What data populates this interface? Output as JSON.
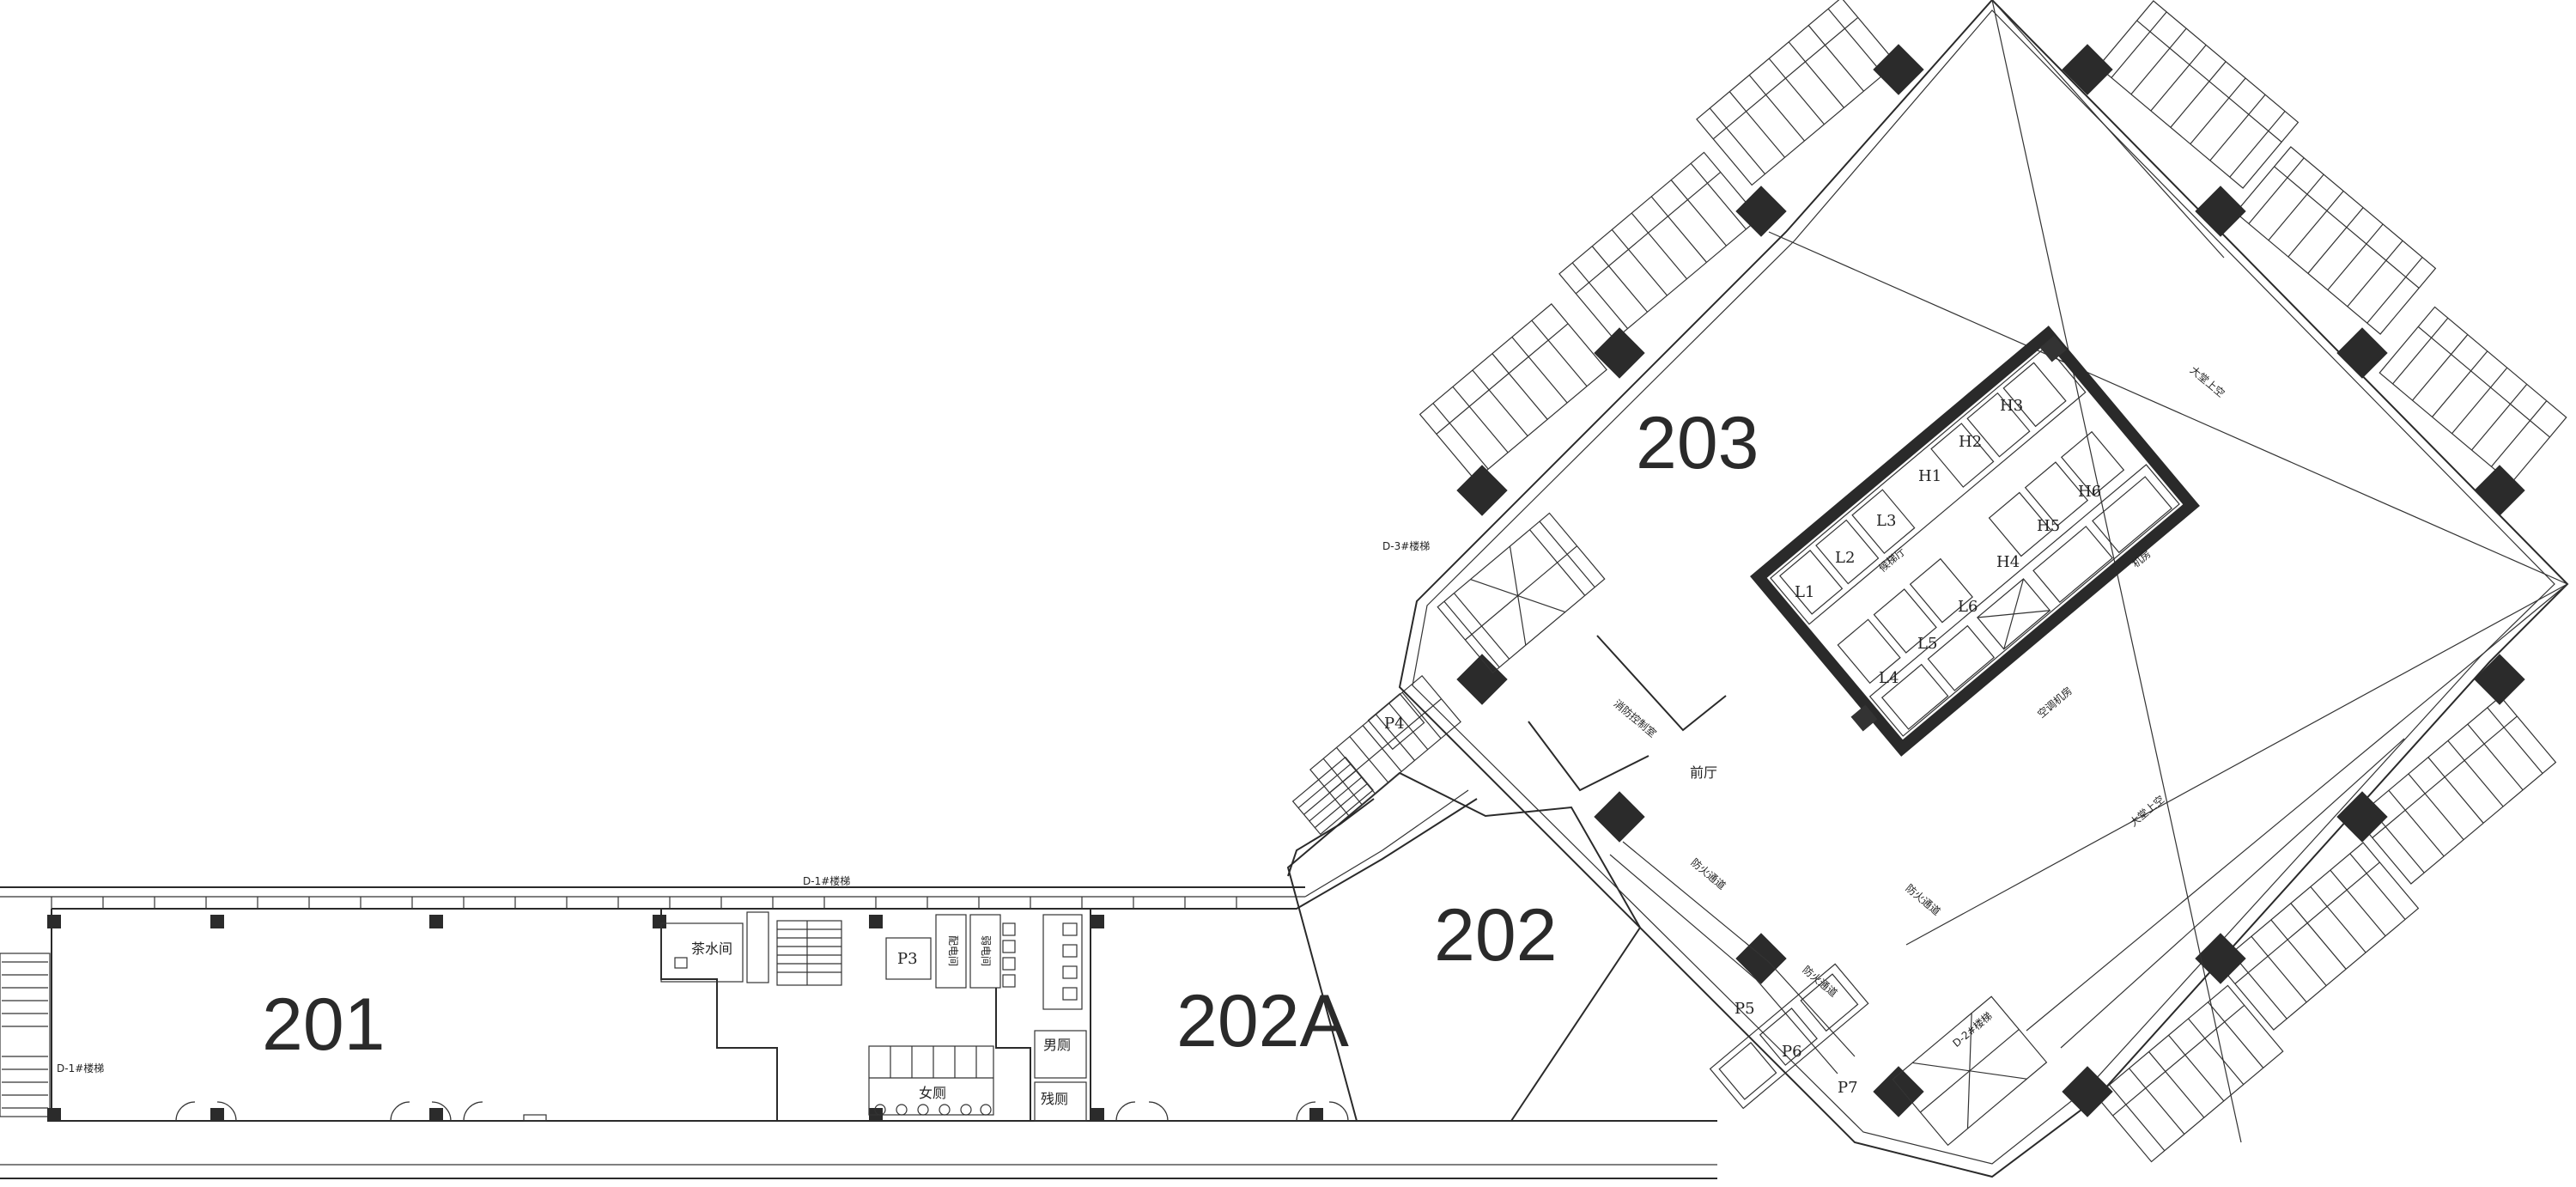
{
  "plan": {
    "rooms": [
      {
        "id": "r201",
        "label": "201"
      },
      {
        "id": "r202a",
        "label": "202A"
      },
      {
        "id": "r202",
        "label": "202"
      },
      {
        "id": "r203",
        "label": "203"
      }
    ],
    "elevators": [
      "L1",
      "L2",
      "L3",
      "L4",
      "L5",
      "L6",
      "H1",
      "H2",
      "H3",
      "H4",
      "H5",
      "H6"
    ],
    "pantry_lifts": [
      "P3",
      "P4",
      "P5",
      "P6",
      "P7"
    ],
    "stair_labels": {
      "d1a": "D-1#楼梯",
      "d1b": "D-1#楼梯",
      "d2": "D-2#楼梯",
      "d3": "D-3#楼梯"
    },
    "annotations": {
      "tea_room": "茶水间",
      "power_room": "配电间",
      "weak_room": "弱电间",
      "men_wc": "男厕",
      "women_wc": "女厕",
      "accessible_wc": "残厕",
      "lobby": "前厅",
      "elev_lobby": "候梯厅",
      "machine_room": "机房",
      "fire_passage_1": "防火通道",
      "fire_passage_2": "防火通道",
      "fire_passage_3": "防火通道",
      "atrium_1": "大堂上空",
      "atrium_2": "大堂上空",
      "office": "消防控制室",
      "ventilation": "空调机房"
    }
  }
}
